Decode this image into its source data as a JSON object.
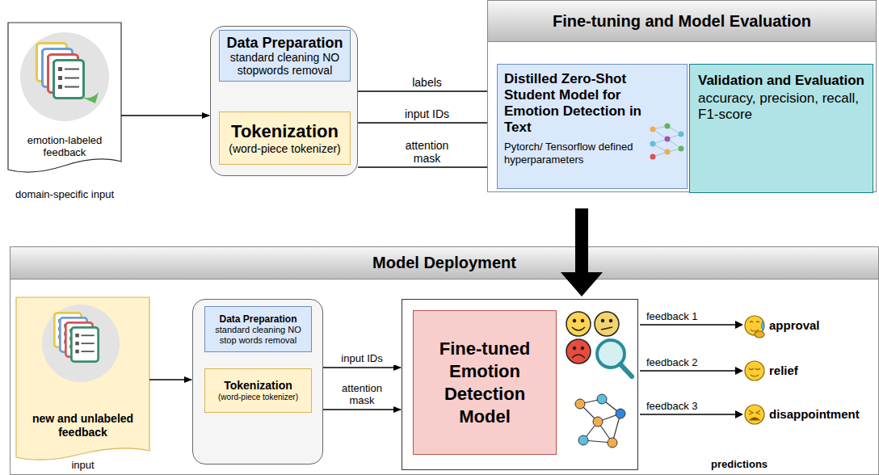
{
  "diagram": {
    "nodes": [
      {
        "text": [
          "emotion-labeled feedback",
          "domain-specific input"
        ]
      },
      {
        "text": []
      },
      {
        "text": [
          "Data Preparation",
          "standard cleaning NO stopwords removal"
        ],
        "in": 1
      },
      {
        "text": [
          "Tokenization",
          "(word-piece tokenizer)"
        ],
        "in": 1
      },
      {
        "text": [
          "Fine-tuning and Model Evaluation"
        ]
      },
      {
        "text": [
          "Distilled Zero-Shot Student Model for Emotion Detection in Text",
          "Pytorch/ Tensorflow defined hyperparameters"
        ],
        "in": 4
      },
      {
        "text": [
          "Validation and Evaluation",
          "accuracy, precision, recall, F1-score"
        ],
        "in": 4
      },
      {
        "text": [
          "Model Deployment"
        ]
      },
      {
        "text": [
          "new and unlabeled feedback",
          "input"
        ],
        "in": 7
      },
      {
        "text": [],
        "in": 7
      },
      {
        "text": [
          "Data Preparation",
          "standard cleaning NO stop words removal"
        ],
        "in": 9
      },
      {
        "text": [
          "Tokenization",
          "(word-piece tokenizer)"
        ],
        "in": 9
      },
      {
        "text": [],
        "in": 7
      },
      {
        "text": [
          "Fine-tuned Emotion Detection Model"
        ],
        "in": 12
      }
    ],
    "edges": [
      {
        "from": 0,
        "to": 1,
        "arrow": "to"
      },
      {
        "from": 1,
        "to": 5,
        "label": "labels",
        "arrow": "to"
      },
      {
        "from": 1,
        "to": 5,
        "label": "input IDs",
        "arrow": "to"
      },
      {
        "from": 1,
        "to": 5,
        "label": "attention mask",
        "arrow": "to"
      },
      {
        "from": 4,
        "to": 12,
        "arrow": "to"
      },
      {
        "from": 8,
        "to": 9,
        "arrow": "to"
      },
      {
        "from": 9,
        "to": 12,
        "label": "input IDs",
        "arrow": "to"
      },
      {
        "from": 9,
        "to": 12,
        "label": "attention mask",
        "arrow": "to"
      }
    ],
    "labels": [
      "feedback 1",
      "approval",
      "feedback 2",
      "relief",
      "feedback 3",
      "disappointment",
      "predictions"
    ]
  }
}
